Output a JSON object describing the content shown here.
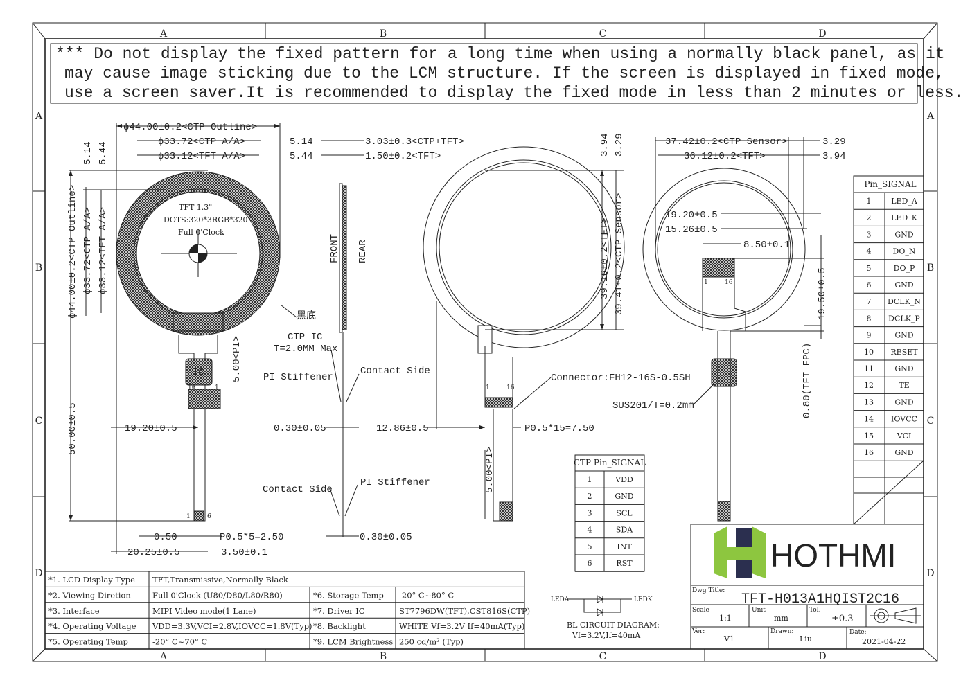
{
  "grid": {
    "cols": [
      "A",
      "B",
      "C",
      "D"
    ],
    "rows": [
      "A",
      "B",
      "C",
      "D"
    ]
  },
  "notice": [
    "*** Do not display the fixed pattern for a long time when using a normally black panel, as it",
    "may cause image sticking due to the LCM structure. If the screen is displayed in fixed mode,",
    "use a screen saver.It is recommended to display the fixed mode in less than 2 minutes or less."
  ],
  "dims": [
    "ϕ44.00±0.2<CTP Outline>",
    "ϕ33.72<CTP A/A>",
    "ϕ33.12<TFT A/A>",
    "5.14",
    "5.44",
    "5.14",
    "5.44",
    "ϕ44.00±0.2<CTP Outline>",
    "ϕ33.72<CTP A/A>",
    "ϕ33.12<TFT A/A>",
    "TFT 1.3\"",
    "DOTS:320*3RGB*320",
    "Full 0'Clock",
    "黑底",
    "5.00<PI>",
    "IC",
    "19.20±0.5",
    "50.00±0.5",
    "0.50",
    "P0.5*5=2.50",
    "20.25±0.5",
    "3.50±0.1",
    "3.03±0.3<CTP+TFT>",
    "1.50±0.2<TFT>",
    "FRONT",
    "REAR",
    "CTP IC",
    "T=2.0MM Max",
    "PI Stiffener",
    "Contact Side",
    "0.30±0.05",
    "Contact Side",
    "PI Stiffener",
    "0.30±0.05",
    "12.86±0.5",
    "P0.5*15=7.50",
    "Connector:FH12-16S-0.5SH",
    "3.94",
    "3.29",
    "39.16±0.2<TFT>",
    "39.41±0.2<CTP Sensor>",
    "5.00<PI>",
    "37.42±0.2<CTP Sensor>",
    "36.12±0.2<TFT>",
    "3.29",
    "3.94",
    "19.20±0.5",
    "15.26±0.5",
    "8.50±0.1",
    "19.50±0.5",
    "0.80(TFT FPC)",
    "SUS201/T=0.2mm"
  ],
  "pin_marks": [
    "1",
    "6",
    "1",
    "16",
    "1",
    "16",
    "1",
    "16"
  ],
  "pin_table": {
    "header": "Pin_SIGNAL",
    "rows": [
      [
        "1",
        "LED_A"
      ],
      [
        "2",
        "LED_K"
      ],
      [
        "3",
        "GND"
      ],
      [
        "4",
        "DO_N"
      ],
      [
        "5",
        "DO_P"
      ],
      [
        "6",
        "GND"
      ],
      [
        "7",
        "DCLK_N"
      ],
      [
        "8",
        "DCLK_P"
      ],
      [
        "9",
        "GND"
      ],
      [
        "10",
        "RESET"
      ],
      [
        "11",
        "GND"
      ],
      [
        "12",
        "TE"
      ],
      [
        "13",
        "GND"
      ],
      [
        "14",
        "IOVCC"
      ],
      [
        "15",
        "VCI"
      ],
      [
        "16",
        "GND"
      ]
    ]
  },
  "ctp_table": {
    "header": "CTP Pin_SIGNAL",
    "rows": [
      [
        "1",
        "VDD"
      ],
      [
        "2",
        "GND"
      ],
      [
        "3",
        "SCL"
      ],
      [
        "4",
        "SDA"
      ],
      [
        "5",
        "INT"
      ],
      [
        "6",
        "RST"
      ]
    ]
  },
  "spec_rows": [
    [
      "*1. LCD Display Type",
      "TFT,Transmissive,Normally Black"
    ],
    [
      "*2. Viewing Diretion",
      "Full 0'Clock (U80/D80/L80/R80)",
      "*6. Storage Temp",
      "-20° C~80° C"
    ],
    [
      "*3. Interface",
      "MIPI Video mode(1 Lane)",
      "*7. Driver IC",
      "ST7796DW(TFT),CST816S(CTP)"
    ],
    [
      "*4. Operating Voltage",
      "VDD=3.3V,VCI=2.8V,IOVCC=1.8V(Typ)",
      "*8. Backlight",
      "WHITE Vf=3.2V If=40mA(Typ)"
    ],
    [
      "*5. Operating Temp",
      "-20° C~70° C",
      "*9. LCM Brightness",
      "250 cd/m² (Typ)"
    ]
  ],
  "bl_circuit": {
    "leda": "LEDA",
    "ledk": "LEDK",
    "title": "BL CIRCUIT DIAGRAM:",
    "spec": "Vf=3.2V,If=40mA"
  },
  "title_block": {
    "logo": "HOTHMI",
    "logo_colors": {
      "green": "#8dc63f",
      "navy": "#2b2f4f"
    },
    "dwg_title_label": "Dwg Title:",
    "dwg_title": "TFT-H013A1HQIST2C16",
    "scale_label": "Scale",
    "scale": "1:1",
    "unit_label": "Unit",
    "unit": "mm",
    "tol_label": "Tol.",
    "tol": "±0.3",
    "ver_label": "Ver:",
    "ver": "V1",
    "drawn_label": "Drawn:",
    "drawn": "Liu",
    "date_label": "Date:",
    "date": "2021-04-22"
  }
}
